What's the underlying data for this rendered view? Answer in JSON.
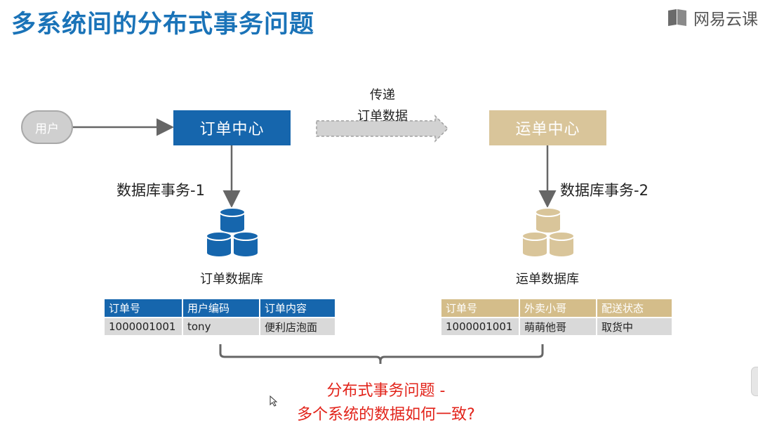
{
  "title": "多系统间的分布式事务问题",
  "brand": {
    "name": "网易云课",
    "icon": "book-icon"
  },
  "user_label": "用户",
  "order_center": "订单中心",
  "shipping_center": "运单中心",
  "transfer_label_line1": "传递",
  "transfer_label_line2": "订单数据",
  "tx1_label": "数据库事务-1",
  "tx2_label": "数据库事务-2",
  "order_db_label": "订单数据库",
  "shipping_db_label": "运单数据库",
  "order_table": {
    "headers": [
      "订单号",
      "用户编码",
      "订单内容"
    ],
    "row": [
      "1000001001",
      "tony",
      "便利店泡面"
    ]
  },
  "shipping_table": {
    "headers": [
      "订单号",
      "外卖小哥",
      "配送状态"
    ],
    "row": [
      "1000001001",
      "萌萌他哥",
      "取货中"
    ]
  },
  "problem_line1": "分布式事务问题 -",
  "problem_line2": "多个系统的数据如何一致?",
  "colors": {
    "blue": "#1666ad",
    "tan": "#d9c59a",
    "red": "#e2231a",
    "title": "#1a73b8"
  }
}
